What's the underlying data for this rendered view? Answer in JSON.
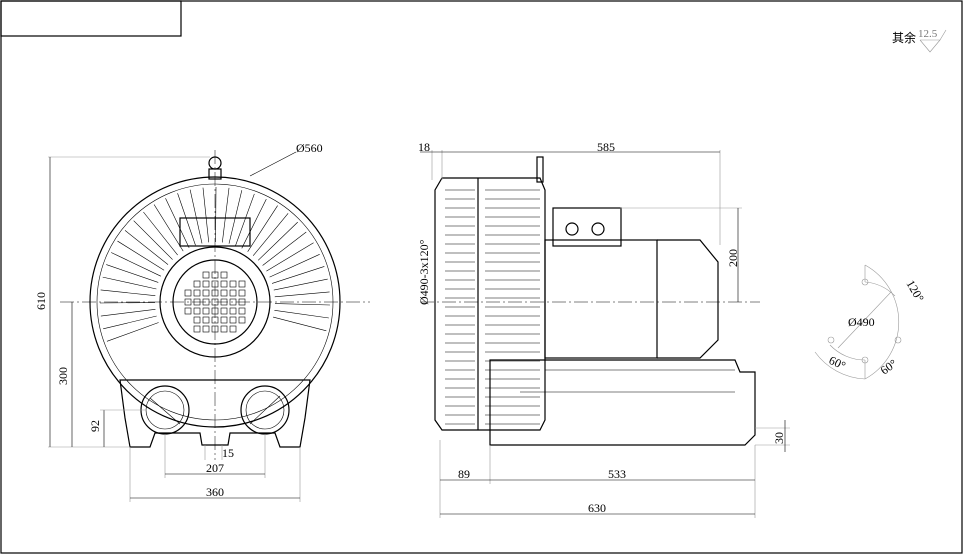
{
  "roughness_note": {
    "label": "其余",
    "value": "12.5"
  },
  "front_view": {
    "diameter": "Ø560",
    "height_total": "610",
    "center_height": "300",
    "foot_height": "92",
    "outlet_gap": "15",
    "outlet_spacing": "207",
    "foot_width": "360"
  },
  "side_view": {
    "flange_offset": "18",
    "length_top": "585",
    "bolt_circle": "Ø490-3x120°",
    "motor_height": "200",
    "base_height": "30",
    "front_offset": "89",
    "base_length": "533",
    "total_length": "630"
  },
  "bolt_pattern": {
    "diameter": "Ø490",
    "angle_top": "120°",
    "angle_left": "60°",
    "angle_right": "60°"
  }
}
